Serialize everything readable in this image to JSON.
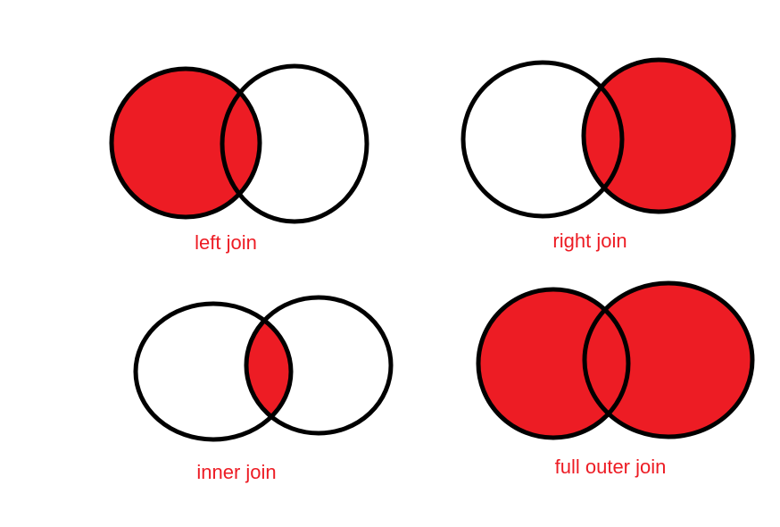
{
  "colors": {
    "fill": "#ed1c24",
    "stroke": "#000000",
    "background": "#ffffff"
  },
  "diagrams": [
    {
      "label": "left join",
      "highlight": "left"
    },
    {
      "label": "right join",
      "highlight": "right"
    },
    {
      "label": "inner join",
      "highlight": "intersection"
    },
    {
      "label": "full outer join",
      "highlight": "both"
    }
  ]
}
